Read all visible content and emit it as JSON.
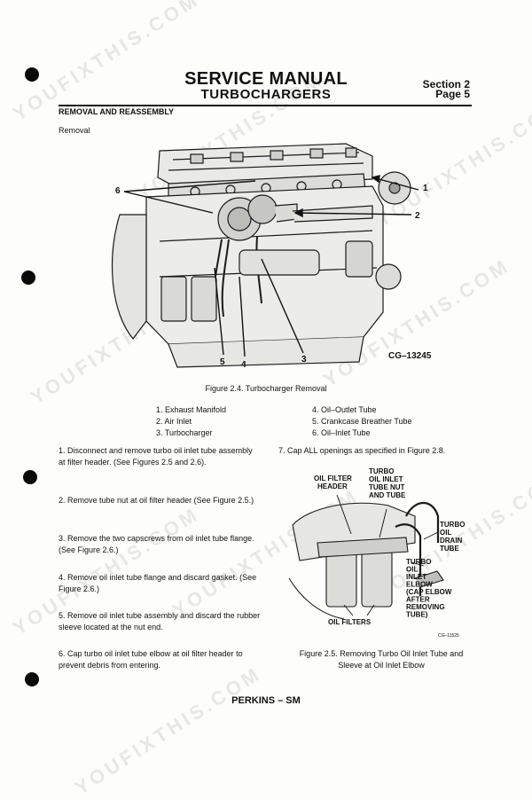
{
  "header": {
    "title": "SERVICE MANUAL",
    "subtitle": "TURBOCHARGERS",
    "section": "Section 2",
    "page": "Page 5"
  },
  "heading": "REMOVAL AND REASSEMBLY",
  "subheading": "Removal",
  "figure_main": {
    "callouts": [
      "6",
      "1",
      "2",
      "5",
      "4",
      "3"
    ],
    "code": "CG–13245",
    "caption": "Figure 2.4. Turbocharger Removal"
  },
  "legend": {
    "left": [
      "1. Exhaust Manifold",
      "2. Air Inlet",
      "3. Turbocharger"
    ],
    "right": [
      "4. Oil–Outlet Tube",
      "5. Crankcase Breather Tube",
      "6. Oil–Inlet Tube"
    ]
  },
  "steps_left": [
    "1.  Disconnect and remove turbo oil inlet tube assembly at filter header. (See Figures 2.5 and 2.6).",
    "2. Remove tube nut at oil filter header (See Figure 2.5.)",
    "3. Remove the two capscrews from oil inlet tube flange. (See Figure 2.6.)",
    "4. Remove oil inlet tube flange and discard gasket. (See Figure 2.6.)",
    "5. Remove oil inlet tube assembly and discard the rubber sleeve located at the nut end.",
    "6. Cap turbo oil inlet tube elbow at oil filter header to prevent debris from entering."
  ],
  "step7": "7. Cap ALL openings as specified in Figure 2.8.",
  "figure_small": {
    "labels": {
      "oil_filter_header": [
        "OIL FILTER",
        "HEADER"
      ],
      "turbo_oil_inlet_tube_nut": [
        "TURBO",
        "OIL INLET",
        "TUBE NUT",
        "AND TUBE"
      ],
      "turbo_oil_drain_tube": [
        "TURBO",
        "OIL",
        "DRAIN",
        "TUBE"
      ],
      "turbo_oil_inlet_elbow": [
        "TURBO",
        "OIL",
        "INLET",
        "ELBOW",
        "(CAP ELBOW",
        "AFTER",
        "REMOVING",
        "TUBE)"
      ],
      "oil_filters": "OIL FILTERS"
    },
    "code": "CG–11525",
    "caption": [
      "Figure 2.5. Removing Turbo Oil Inlet Tube and",
      "Sleeve at Oil Inlet Elbow"
    ]
  },
  "footer": "PERKINS – SM",
  "watermark": "YOUFIXTHIS.COM"
}
